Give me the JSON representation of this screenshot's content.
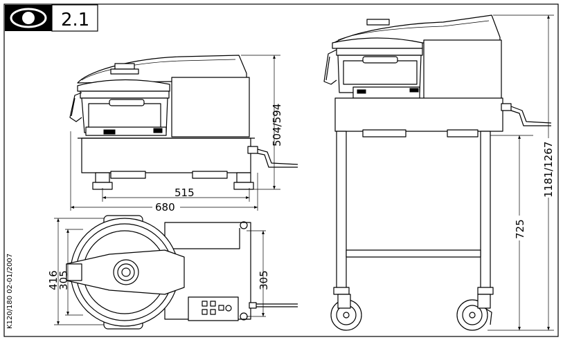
{
  "badge": {
    "icon": "eye-icon",
    "number": "2.1"
  },
  "side_view": {
    "height_label": "504/594",
    "inner_width_label": "515",
    "outer_width_label": "680"
  },
  "top_view": {
    "left_outer_label": "416",
    "left_inner_label": "305",
    "right_label": "305"
  },
  "front_view": {
    "total_height_label": "1181/1267",
    "stand_height_label": "725"
  },
  "document_code": "K120/180 02-01/2007"
}
